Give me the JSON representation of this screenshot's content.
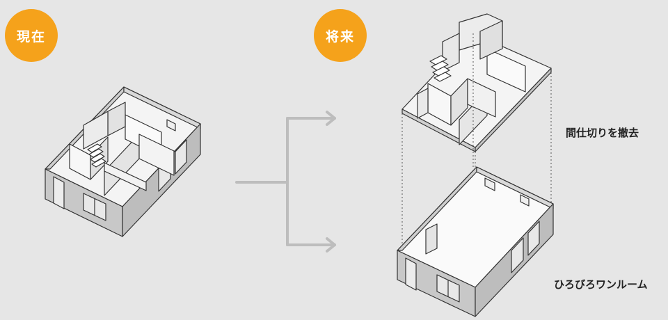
{
  "labels": {
    "current": "現在",
    "future": "将来",
    "remove_partitions": "間仕切りを撤去",
    "one_room": "ひろびろワンルーム"
  },
  "colors": {
    "badge": "#f5a21b",
    "background": "#e6e6e6",
    "arrow": "#bdbdbd",
    "line": "#333333"
  }
}
